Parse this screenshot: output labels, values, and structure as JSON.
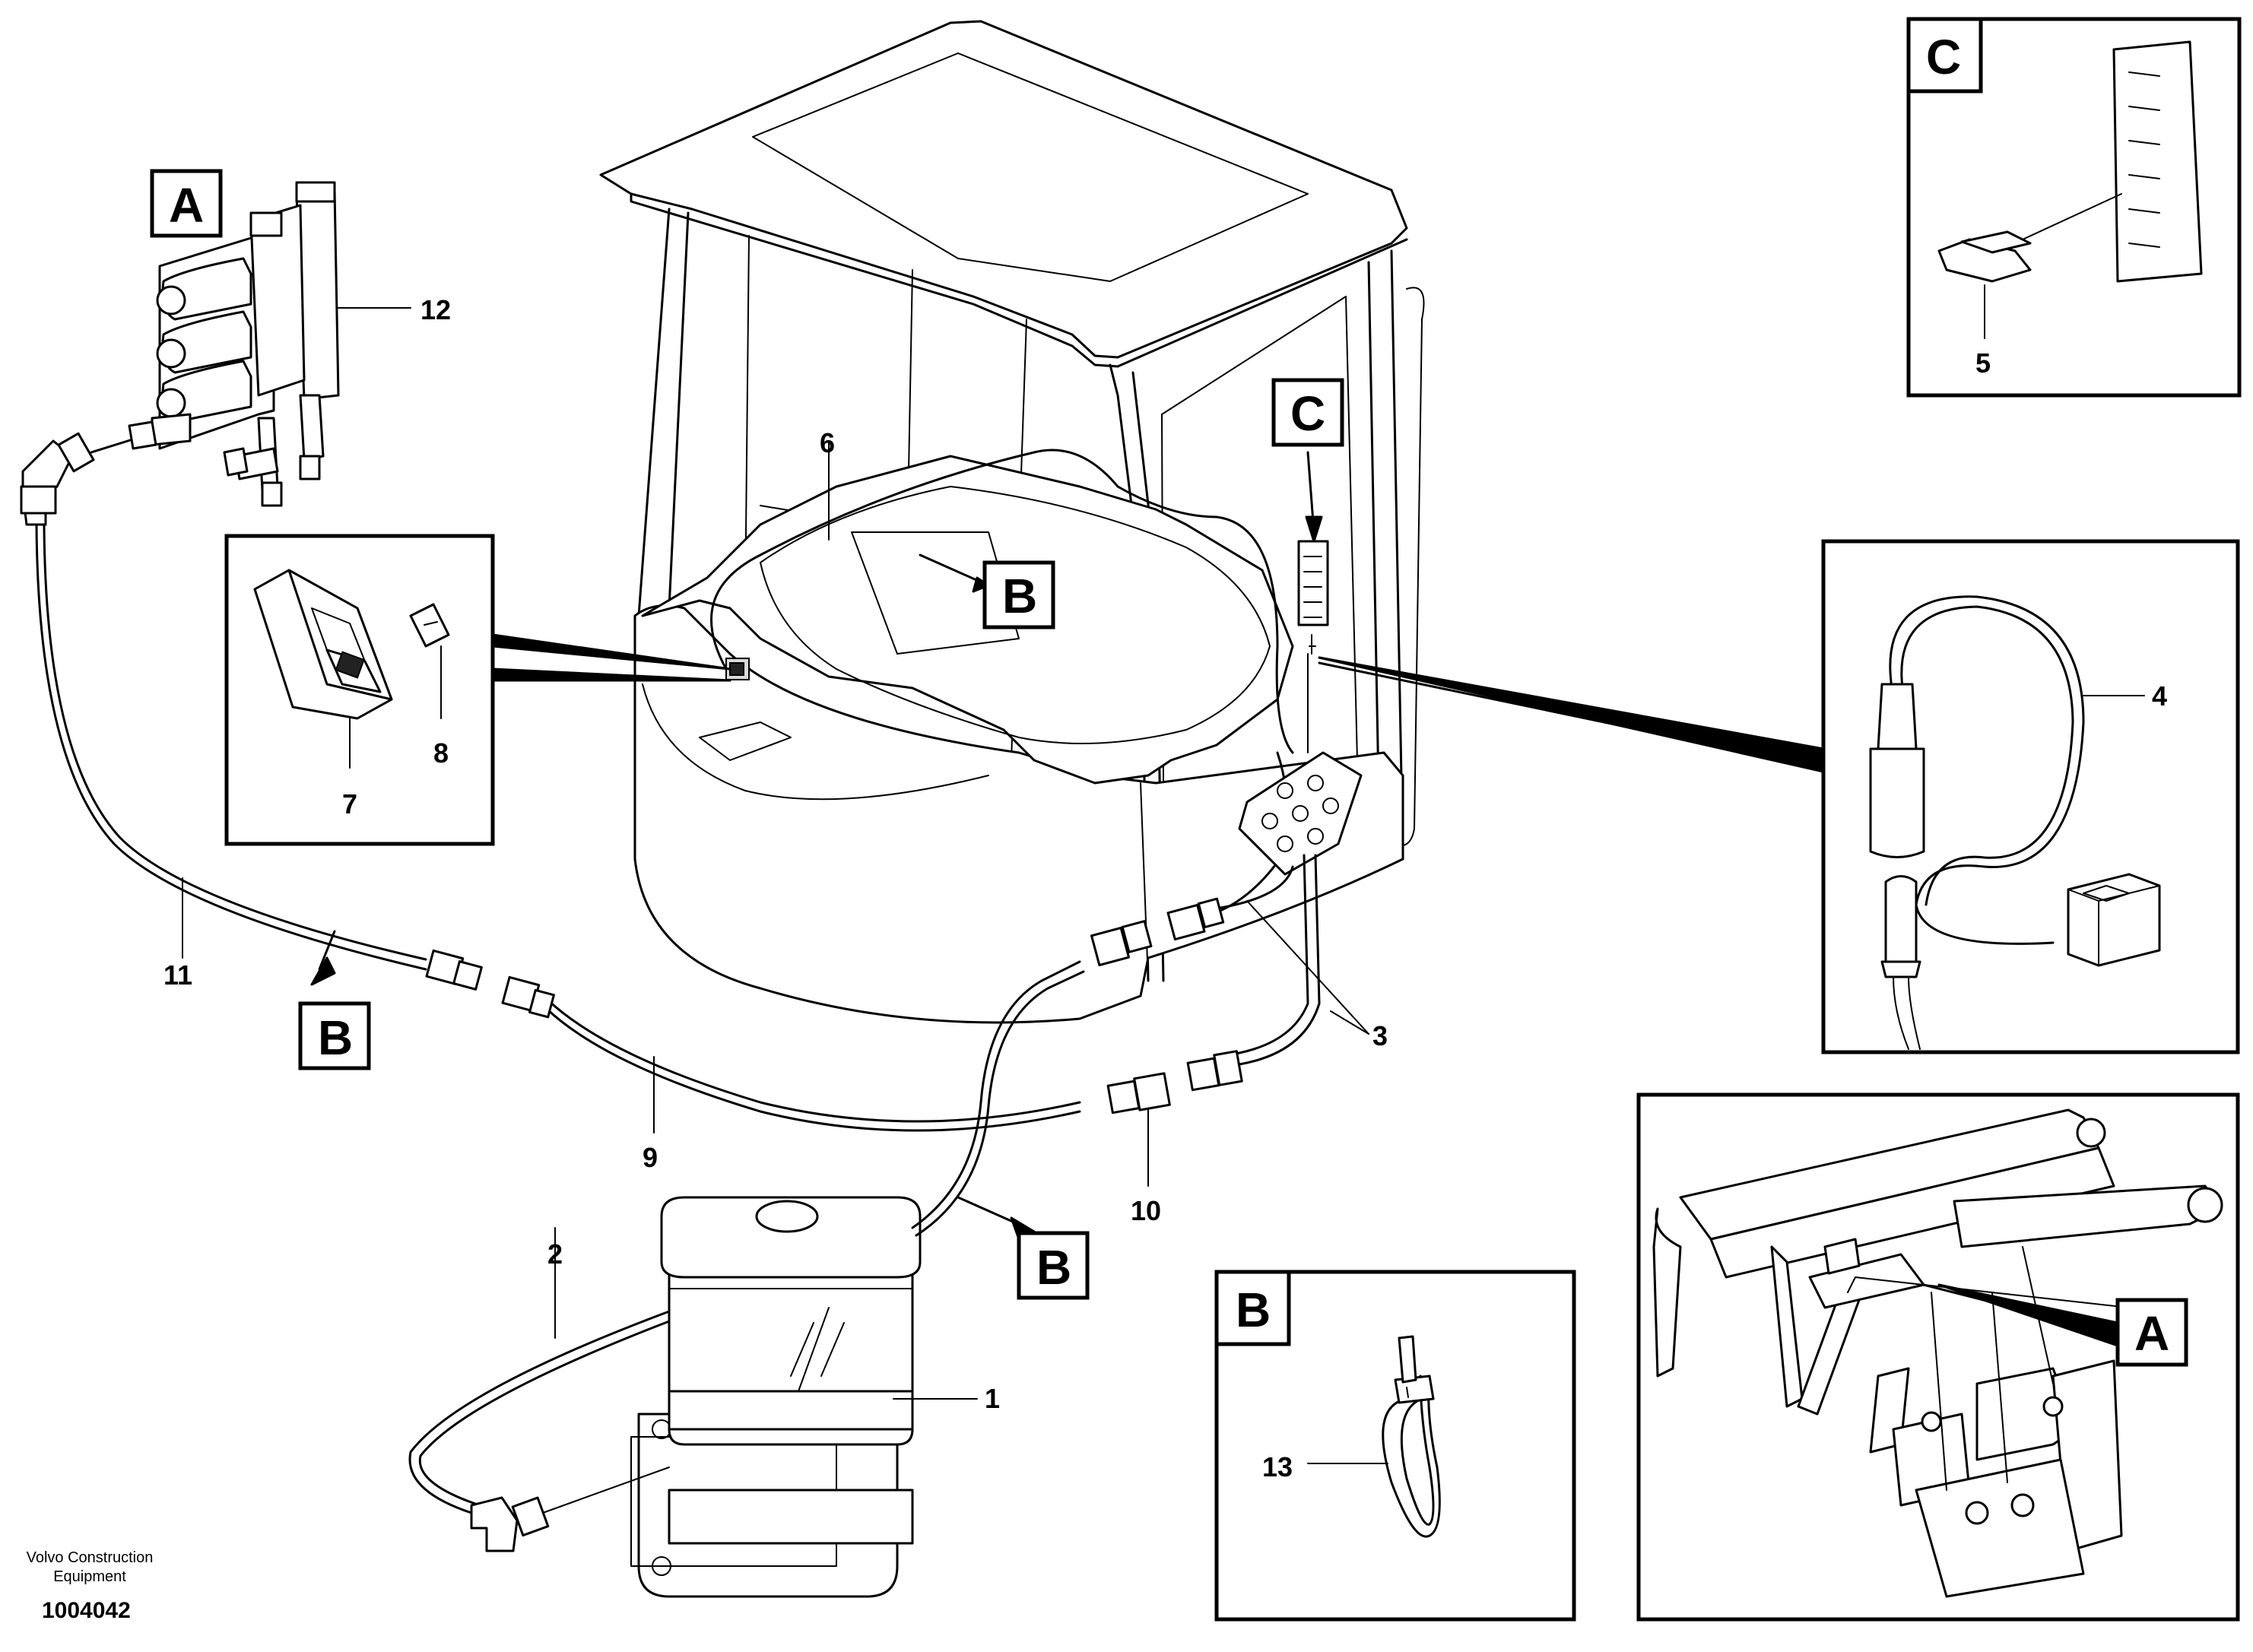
{
  "callouts": {
    "n1": "1",
    "n2": "2",
    "n3": "3",
    "n4": "4",
    "n5": "5",
    "n6": "6",
    "n7": "7",
    "n8": "8",
    "n9": "9",
    "n10": "10",
    "n11": "11",
    "n12": "12",
    "n13": "13"
  },
  "tags": {
    "a_main": "A",
    "a_detail": "A",
    "b_seat": "B",
    "b_left": "B",
    "b_bottom": "B",
    "b_detail": "B",
    "c_cab": "C",
    "c_detail": "C"
  },
  "footer": {
    "company_line1": "Volvo Construction",
    "company_line2": "Equipment",
    "drawing_id": "1004042"
  }
}
